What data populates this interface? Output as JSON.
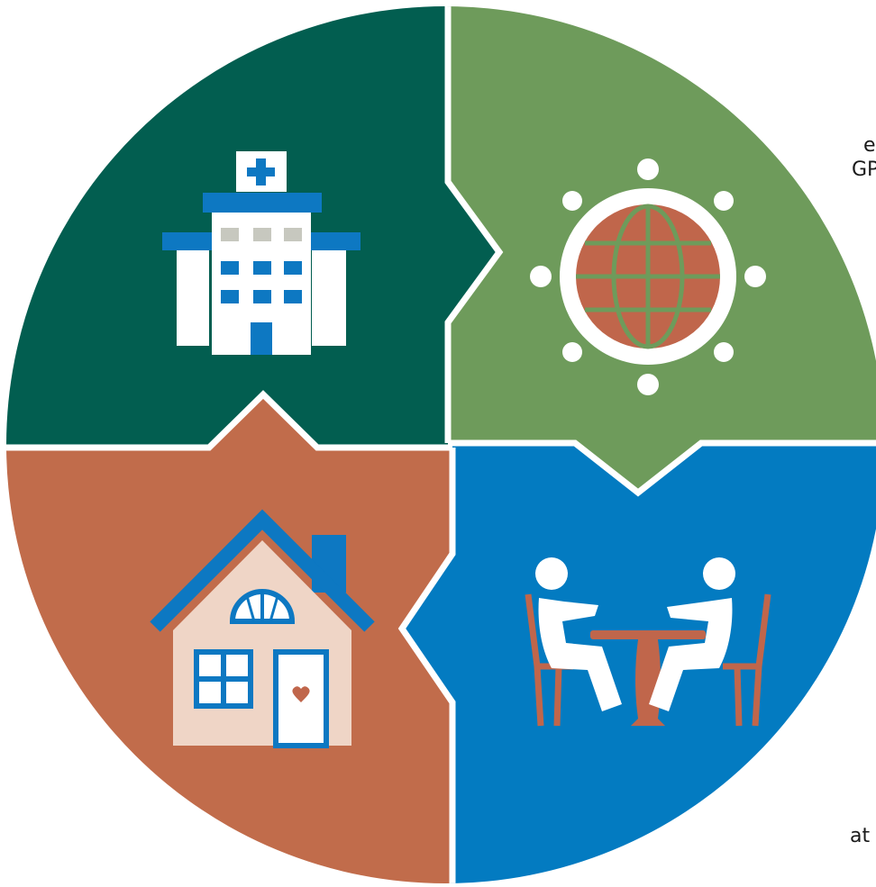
{
  "colors": {
    "top_left": "#025e50",
    "top_right": "#6e9b5b",
    "bottom_right": "#037bc1",
    "bottom_left": "#c16c4b",
    "divider": "#ffffff",
    "accent_blue": "#0d78c2",
    "accent_rust": "#c0664b",
    "house_wall": "#efd5c6",
    "window_gray": "#c7c8bf"
  },
  "quadrants": [
    {
      "id": "top-left",
      "icon": "hospital-icon"
    },
    {
      "id": "top-right",
      "icon": "global-community-icon"
    },
    {
      "id": "bottom-right",
      "icon": "people-talking-at-table-icon"
    },
    {
      "id": "bottom-left",
      "icon": "home-icon"
    }
  ],
  "text_fragments": {
    "line1": "e",
    "line2": "GP)",
    "line3": "at"
  }
}
